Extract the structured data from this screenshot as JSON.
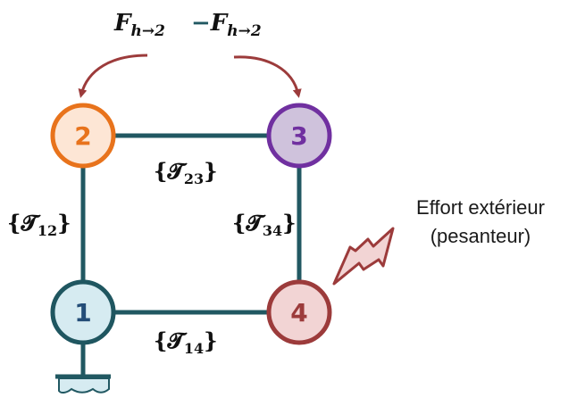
{
  "nodes": [
    {
      "id": "1",
      "label": "1",
      "fill": "#d6ebf1",
      "stroke": "#1f5660",
      "text": "#244d78"
    },
    {
      "id": "2",
      "label": "2",
      "fill": "#fde6d5",
      "stroke": "#e8731c",
      "text": "#e8731c"
    },
    {
      "id": "3",
      "label": "3",
      "fill": "#cfc2dc",
      "stroke": "#7030a0",
      "text": "#7030a0"
    },
    {
      "id": "4",
      "label": "4",
      "fill": "#f2d4d4",
      "stroke": "#9c3b3b",
      "text": "#9c3b3b"
    }
  ],
  "links": {
    "t12": {
      "base": "𝓣",
      "sub": "12"
    },
    "t23": {
      "base": "𝓣",
      "sub": "23"
    },
    "t34": {
      "base": "𝓣",
      "sub": "34"
    },
    "t14": {
      "base": "𝓣",
      "sub": "14"
    }
  },
  "forces": {
    "left": {
      "base": "F",
      "sub": "h→2",
      "prefix": ""
    },
    "right": {
      "base": "F",
      "sub": "h→2",
      "prefix": "−"
    }
  },
  "external_force": {
    "line1": "Effort extérieur",
    "line2": "(pesanteur)"
  },
  "colors": {
    "link": "#215862",
    "force_arrow": "#9c3b3b",
    "lightning_fill": "#f2d4d4",
    "lightning_stroke": "#9c3b3b"
  }
}
